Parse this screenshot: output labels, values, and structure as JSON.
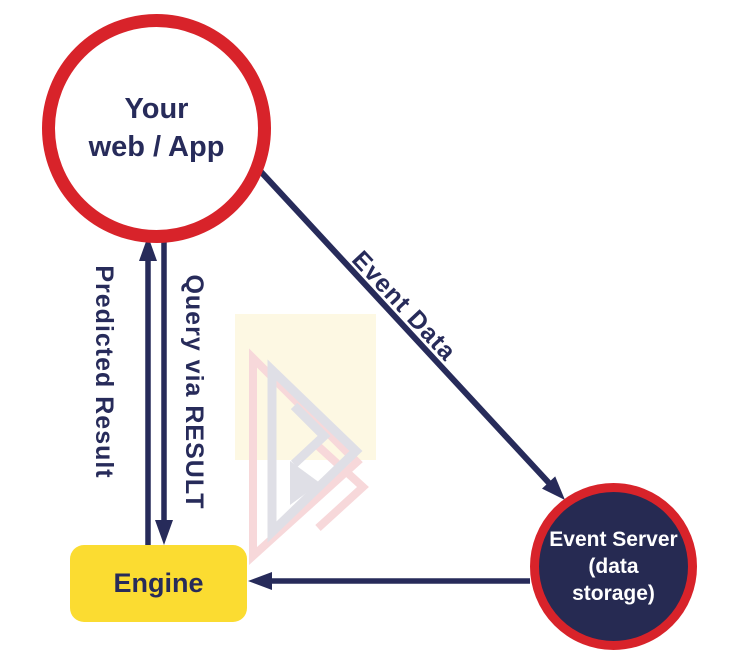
{
  "nodes": {
    "web_app": {
      "label": "Your\nweb / App"
    },
    "engine": {
      "label": "Engine"
    },
    "event_server": {
      "label": "Event Server\n(data\nstorage)"
    }
  },
  "edge_labels": {
    "predicted_result": "Predicted Result",
    "query_via_result": "Query via RESULT",
    "event_data": "Event Data"
  },
  "icons": {
    "watermark": "brand-triangle-logo-watermark"
  },
  "colors": {
    "accent_red": "#D8232A",
    "navy": "#272B5A",
    "engine_yellow": "#FBDC31",
    "server_fill": "#262A52",
    "server_text": "#FFFFFF",
    "background": "#FFFFFF",
    "watermark_yellow": "#F8E9A6",
    "watermark_pink": "#EFA9AE",
    "watermark_gray": "#B9BAC9"
  }
}
